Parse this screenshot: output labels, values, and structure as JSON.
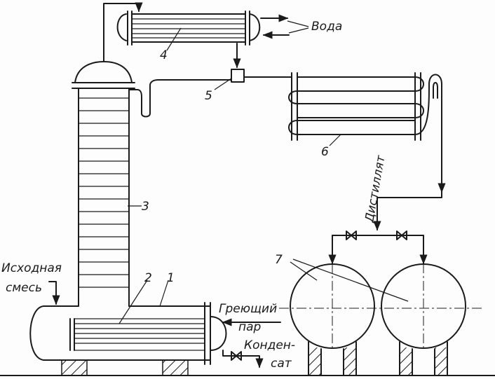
{
  "labels": {
    "water": "Вода",
    "distillate": "Дистиллят",
    "feed_line1": "Исходная",
    "feed_line2": "смесь",
    "steam_line1": "Греющий",
    "steam_line2": "пар",
    "condensate_line1": "Конден-",
    "condensate_line2": "сат"
  },
  "numbers": {
    "n1": "1",
    "n2": "2",
    "n3": "3",
    "n4": "4",
    "n5": "5",
    "n6": "6",
    "n7": "7"
  }
}
